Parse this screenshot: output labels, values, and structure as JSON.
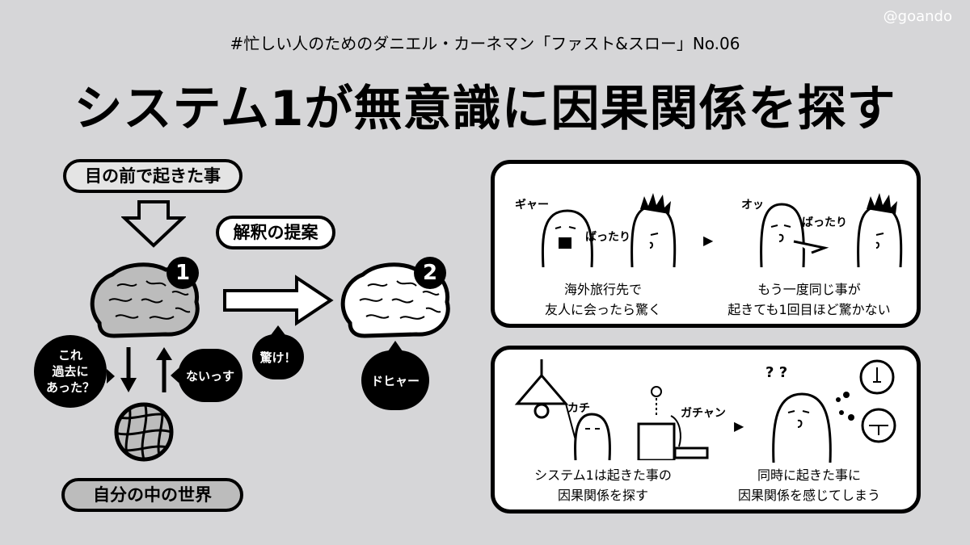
{
  "handle": "@goando",
  "subtitle": "#忙しい人のためのダニエル・カーネマン「ファスト&スロー」No.06",
  "title": "システム1が無意識に因果関係を探す",
  "diagram": {
    "top_label": "目の前で起きた事",
    "proposal_label": "解釈の提案",
    "bottom_label": "自分の中の世界",
    "badge1": "1",
    "badge2": "2",
    "bubble_past": [
      "これ",
      "過去に",
      "あった？"
    ],
    "bubble_no": "ないっす",
    "bubble_surprise": "驚け！",
    "bubble_dohya": "ドヒャー"
  },
  "panel_top": {
    "left_caption": [
      "海外旅行先で",
      "友人に会ったら驚く"
    ],
    "right_caption": [
      "もう一度同じ事が",
      "起きても1回目ほど驚かない"
    ],
    "sfx_gyaa": "ギャー",
    "sfx_battari_1": "ばったり",
    "sfx_battari_2": "ばったり",
    "sfx_o": "オッ",
    "arrow": "▶"
  },
  "panel_bottom": {
    "left_caption": [
      "システム1は起きた事の",
      "因果関係を探す"
    ],
    "right_caption": [
      "同時に起きた事に",
      "因果関係を感じてしまう"
    ],
    "sfx_kachi": "カチ",
    "sfx_gachan": "ガチャン",
    "sfx_question": "? ?",
    "arrow": "▶"
  },
  "colors": {
    "background": "#d6d6d8",
    "brain_gray": "#bcbcbc",
    "ink": "#000000",
    "panel_bg": "#ffffff"
  }
}
